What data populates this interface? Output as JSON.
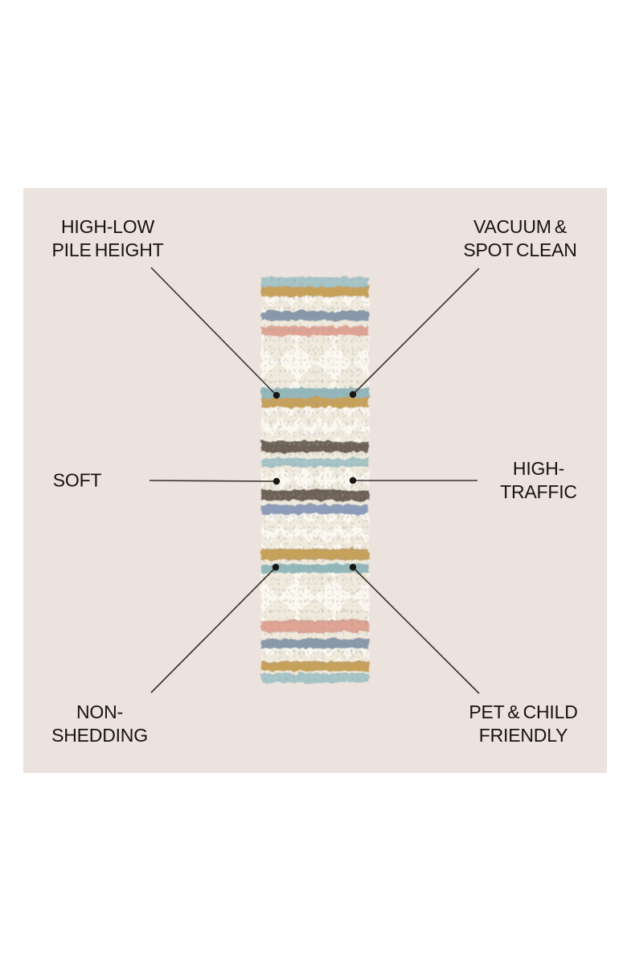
{
  "diagram": {
    "background": "#ffffff",
    "panel_bg": "#ece2de",
    "text_color": "#17130e",
    "line_color": "#38322c",
    "dot_color": "#191613"
  },
  "labels": {
    "high_low": {
      "line1": "HIGH-LOW",
      "line2": "PILE HEIGHT"
    },
    "vacuum": {
      "line1": "VACUUM &",
      "line2": "SPOT CLEAN"
    },
    "soft": {
      "line1": "SOFT"
    },
    "high_traffic": {
      "line1": "HIGH-",
      "line2": "TRAFFIC"
    },
    "non_shedding": {
      "line1": "NON-",
      "line2": "SHEDDING"
    },
    "pet_child": {
      "line1": "PET & CHILD",
      "line2": "FRIENDLY"
    }
  },
  "rug": {
    "description": "striped high-low pile runner rug",
    "colors": {
      "tealLight": "#a6c5c6",
      "teal": "#92b8bb",
      "gold": "#c7a158",
      "slate": "#8898aa",
      "peri": "#8d9cba",
      "pink": "#dfa493",
      "brown": "#6d6054",
      "cream": "#f0eadd",
      "white": "#fbf8ef"
    },
    "stripes": [
      {
        "h": 12,
        "p": "solid",
        "c": "tealLight"
      },
      {
        "h": 12,
        "p": "solid",
        "c": "gold"
      },
      {
        "h": 18,
        "p": "zig"
      },
      {
        "h": 12,
        "p": "solid",
        "c": "slate"
      },
      {
        "h": 7,
        "p": "solid",
        "c": "cream"
      },
      {
        "h": 12,
        "p": "solid",
        "c": "pink"
      },
      {
        "h": 65,
        "p": "dia"
      },
      {
        "h": 12,
        "p": "solid",
        "c": "teal"
      },
      {
        "h": 12,
        "p": "solid",
        "c": "gold"
      },
      {
        "h": 42,
        "p": "zig"
      },
      {
        "h": 14,
        "p": "solid",
        "c": "brown"
      },
      {
        "h": 7,
        "p": "solid",
        "c": "cream"
      },
      {
        "h": 11,
        "p": "solid",
        "c": "tealLight"
      },
      {
        "h": 29,
        "p": "diaS"
      },
      {
        "h": 13,
        "p": "solid",
        "c": "brown"
      },
      {
        "h": 5,
        "p": "solid",
        "c": "cream"
      },
      {
        "h": 12,
        "p": "solid",
        "c": "peri"
      },
      {
        "h": 43,
        "p": "zig"
      },
      {
        "h": 14,
        "p": "solid",
        "c": "gold"
      },
      {
        "h": 5,
        "p": "solid",
        "c": "cream"
      },
      {
        "h": 11,
        "p": "solid",
        "c": "teal"
      },
      {
        "h": 59,
        "p": "dia"
      },
      {
        "h": 15,
        "p": "solid",
        "c": "pink"
      },
      {
        "h": 8,
        "p": "solid",
        "c": "cream"
      },
      {
        "h": 12,
        "p": "solid",
        "c": "slate"
      },
      {
        "h": 16,
        "p": "zig"
      },
      {
        "h": 12,
        "p": "solid",
        "c": "gold"
      },
      {
        "h": 3,
        "p": "solid",
        "c": "cream"
      },
      {
        "h": 12,
        "p": "solid",
        "c": "tealLight"
      }
    ]
  }
}
